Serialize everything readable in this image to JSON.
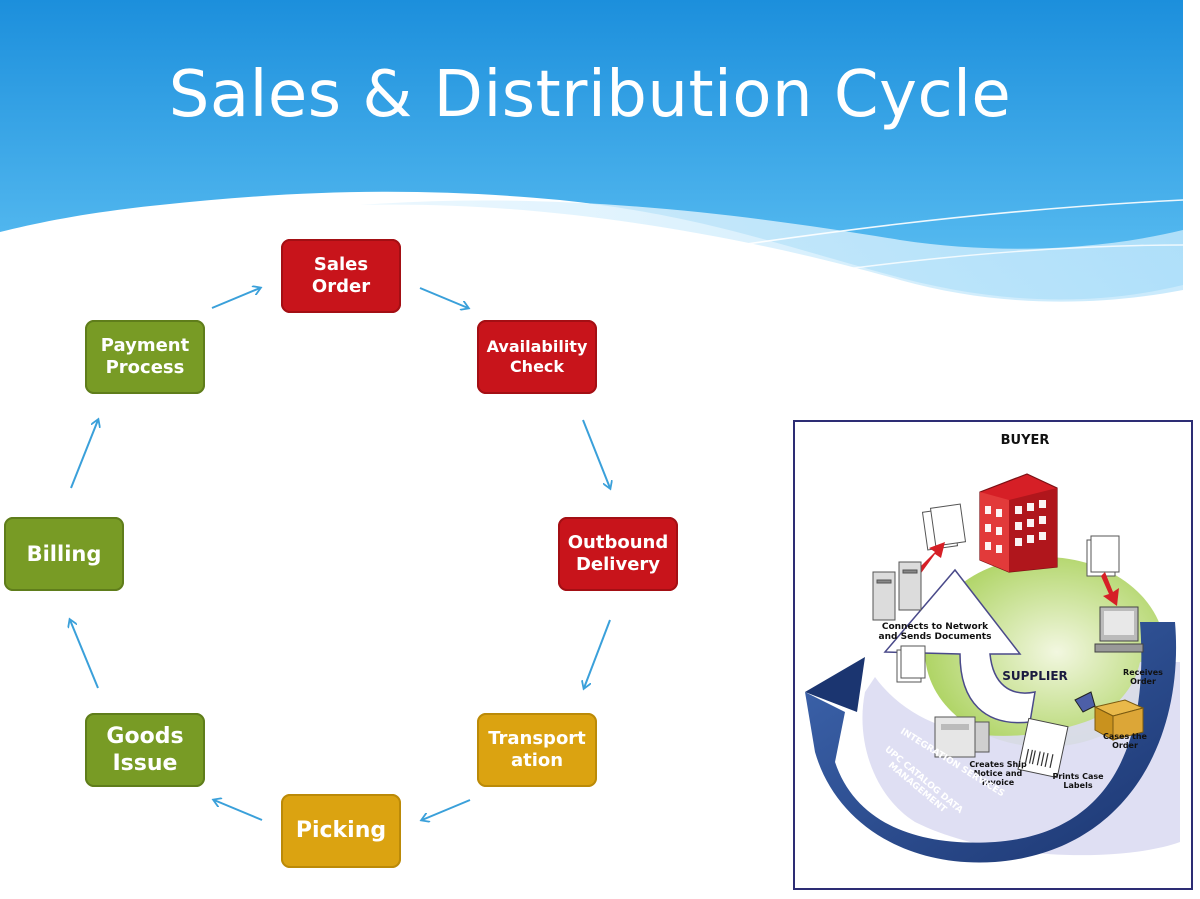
{
  "title": "Sales & Distribution Cycle",
  "colors": {
    "header_blue": "#1e95e0",
    "order_red": "#c8141b",
    "billing_olive": "#789b25",
    "logistics_amber": "#dba311",
    "arrow_cyan": "#3aa0da"
  },
  "cycle": {
    "steps": [
      {
        "label": "Sales\nOrder",
        "color": "red"
      },
      {
        "label": "Availability\nCheck",
        "color": "red"
      },
      {
        "label": "Outbound\nDelivery",
        "color": "red"
      },
      {
        "label": "Transport\nation",
        "color": "amber"
      },
      {
        "label": "Picking",
        "color": "amber"
      },
      {
        "label": "Goods\nIssue",
        "color": "olive"
      },
      {
        "label": "Billing",
        "color": "olive"
      },
      {
        "label": "Payment\nProcess",
        "color": "olive"
      }
    ]
  },
  "illustration": {
    "buyer": "BUYER",
    "supplier": "SUPPLIER",
    "connects": "Connects to Network\nand Sends Documents",
    "receives": "Receives\nOrder",
    "cases": "Cases the\nOrder",
    "creates": "Creates Ship\nNotice and\nInvoice",
    "prints": "Prints Case\nLabels",
    "integration": "INTEGRATION SERVICES",
    "catalog": "UPC CATALOG DATA MANAGEMENT"
  }
}
